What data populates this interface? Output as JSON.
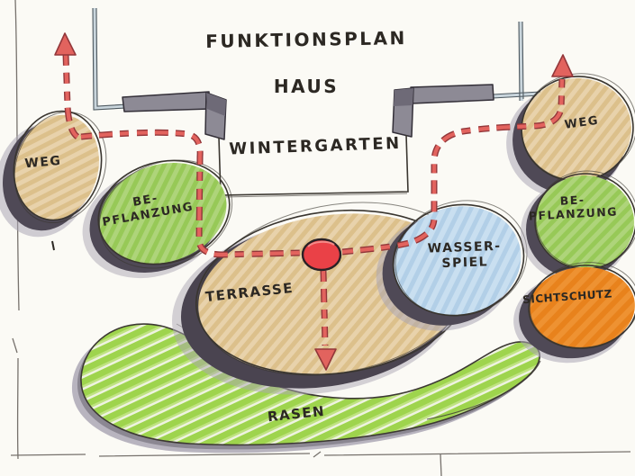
{
  "titles": {
    "plan": "FUNKTIONSPLAN",
    "haus": "HAUS",
    "wintergarten": "WINTERGARTEN"
  },
  "areas": {
    "weg_left": {
      "label": "WEG",
      "color": "#e4cda4"
    },
    "bepflanzung_left": {
      "label_line1": "BE-",
      "label_line2": "PFLANZUNG",
      "color": "#a2cf63"
    },
    "terrasse": {
      "label": "TERRASSE",
      "color": "#e0c79d"
    },
    "wasserspiel": {
      "label_line1": "WASSER-",
      "label_line2": "SPIEL",
      "color": "#bdd7ec"
    },
    "weg_right": {
      "label": "WEG",
      "color": "#e4cda4"
    },
    "bepflanzung_right": {
      "label_line1": "BE-",
      "label_line2": "PFLANZUNG",
      "color": "#a2cf63"
    },
    "sichtschutz": {
      "label": "SICHTSCHUTZ",
      "color": "#ee9232"
    },
    "rasen": {
      "label": "RASEN",
      "color": "#9ed44d"
    }
  },
  "palette": {
    "paper": "#fbfaf5",
    "outline": "#36322c",
    "wall_gray": "#8d8a95",
    "shadow_dark": "#4e4855",
    "shadow_light": "#aaa5b2",
    "path_red": "#e2635e",
    "path_red_dark": "#93373a",
    "node_red": "#ea4147"
  }
}
